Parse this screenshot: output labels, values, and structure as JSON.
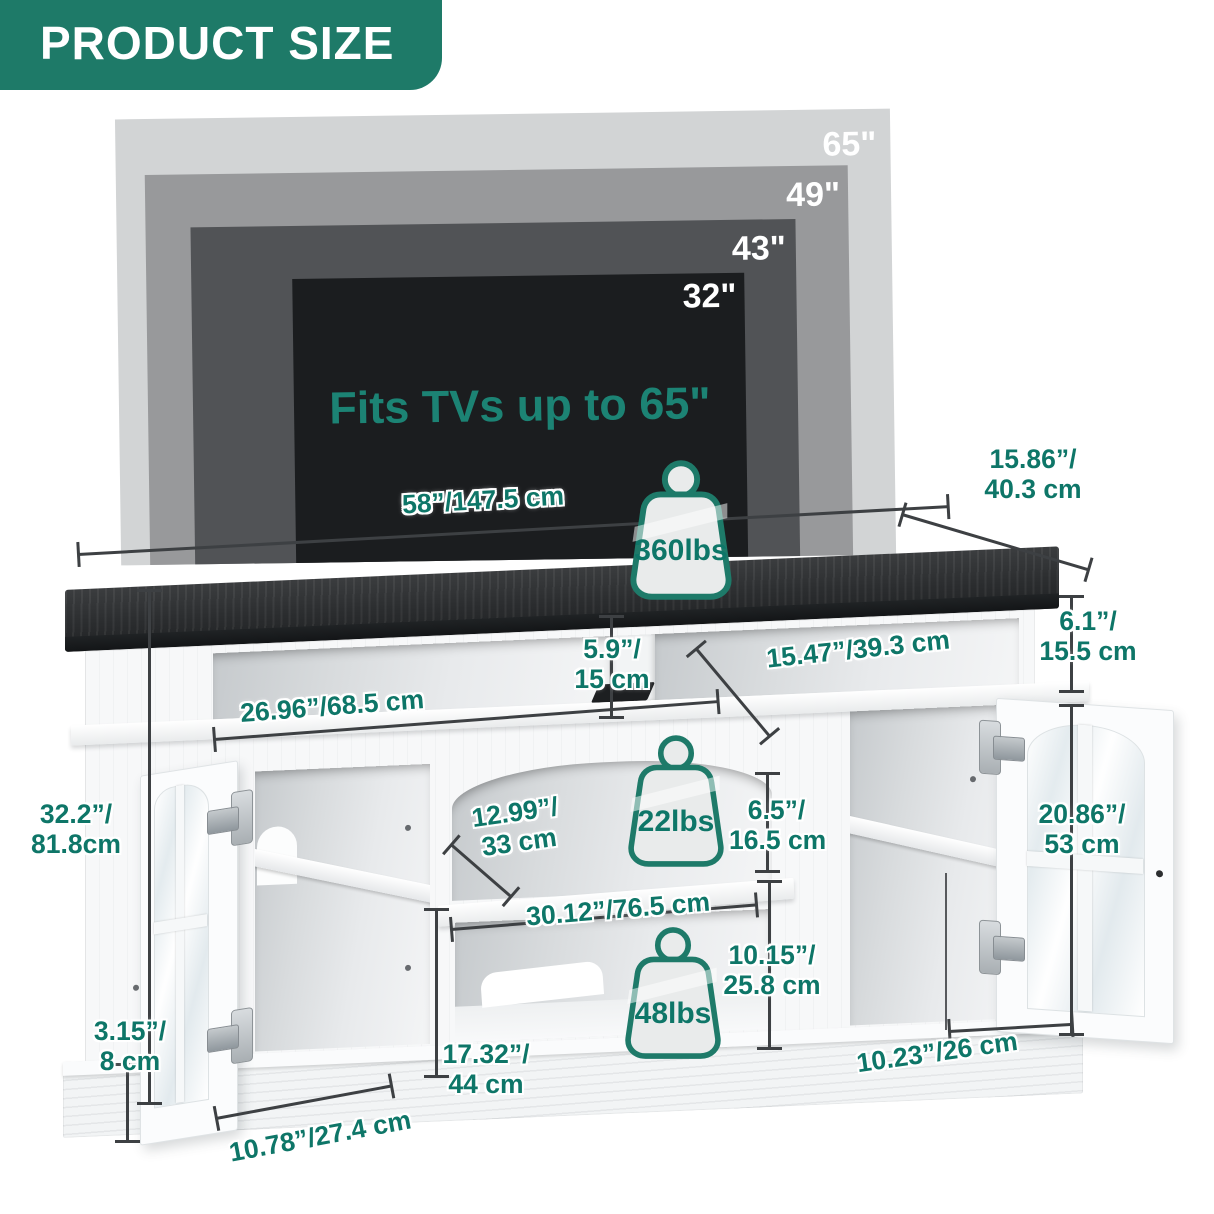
{
  "header": {
    "title": "PRODUCT SIZE"
  },
  "colors": {
    "brand_teal": "#1e7a68",
    "dimension_text": "#0e7668",
    "dimension_line": "#3d4043",
    "tv_65": "#d2d4d5",
    "tv_49": "#98999b",
    "tv_43": "#515356",
    "tv_32": "#1b1d1f"
  },
  "tv_overlay": {
    "caption": "Fits TVs up to 65\"",
    "sizes": [
      {
        "label": "65\""
      },
      {
        "label": "49\""
      },
      {
        "label": "43\""
      },
      {
        "label": "32\""
      }
    ]
  },
  "weight_capacities": {
    "tabletop": "360lbs",
    "middle_shelf": "22lbs",
    "bottom_shelf": "48lbs"
  },
  "dims": {
    "top_width": "58”/147.5 cm",
    "depth": [
      "15.86”/",
      "40.3 cm"
    ],
    "open_shelf_height": [
      "6.1”/",
      "15.5 cm"
    ],
    "center_divider_height": [
      "5.9”/",
      "15 cm"
    ],
    "right_shelf_depth": "15.47”/39.3 cm",
    "left_shelf_width": "26.96”/68.5 cm",
    "total_height": [
      "32.2”/",
      "81.8cm"
    ],
    "middle_shelf_depth": [
      "12.99”/",
      "33 cm"
    ],
    "middle_upper_height": [
      "6.5”/",
      "16.5 cm"
    ],
    "middle_width": "30.12”/76.5 cm",
    "middle_lower_height": [
      "10.15”/",
      "25.8 cm"
    ],
    "door_opening_height": [
      "20.86”/",
      "53 cm"
    ],
    "lower_middle_height": [
      "17.32”/",
      "44 cm"
    ],
    "base_height": [
      "3.15”/",
      "8 cm"
    ],
    "left_door_width": "10.78”/27.4 cm",
    "right_compartment_width": "10.23”/26 cm"
  }
}
